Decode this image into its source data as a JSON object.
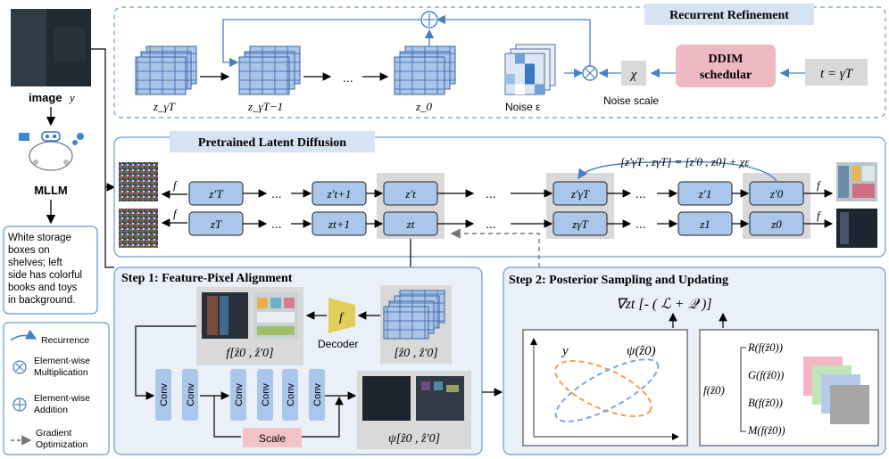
{
  "left": {
    "image_label": "image",
    "image_var": "y",
    "mllm_label": "MLLM",
    "caption_lines": [
      "White storage",
      "boxes on",
      "shelves; left",
      "side has colorful",
      "books and toys",
      "in background."
    ]
  },
  "legend": {
    "recurrence": "Recurrence",
    "mult_line1": "Element-wise",
    "mult_line2": "Multiplication",
    "add_line1": "Element-wise",
    "add_line2": "Addition",
    "grad_line1": "Gradient",
    "grad_line2": "Optimization"
  },
  "refine": {
    "title": "Recurrent Refinement",
    "z_gamma_T": "z_γT",
    "z_gamma_T_minus1": "z_γT−1",
    "dots": "...",
    "z0": "z_0",
    "noise": "Noise ε",
    "chi": "χ",
    "noise_scale": "Noise scale",
    "ddim_line1": "DDIM",
    "ddim_line2": "schedular",
    "t_eq": "t = γT"
  },
  "pretrained": {
    "title": "Pretrained Latent Diffusion",
    "f": "f",
    "eq": "[z′γT , zγT] = [z′0 , z0] + χε",
    "top_row": [
      "z′T",
      "z′t+1",
      "z′t",
      "z′γT",
      "z′1",
      "z′0"
    ],
    "bottom_row": [
      "zT",
      "zt+1",
      "zt",
      "zγT",
      "z1",
      "z0"
    ],
    "dots": "..."
  },
  "step1": {
    "title": "Step 1: Feature-Pixel Alignment",
    "decoder": "Decoder",
    "f": "f",
    "f_label": "f[ẑ0 , ẑ′0]",
    "latent_label": "[ẑ0 , ẑ′0]",
    "conv": "Conv",
    "scale": "Scale",
    "psi_label": "ψ[ẑ0 , ẑ′0]"
  },
  "step2": {
    "title": "Step 2: Posterior Sampling and Updating",
    "grad": "∇zt [- ( ℒ + 𝒬 )]",
    "y": "y",
    "psi": "ψ(ẑ0)",
    "f_of": "f(ẑ0)",
    "r": "R(f(ẑ0))",
    "g": "G(f(ẑ0))",
    "b": "B(f(ẑ0))",
    "m": "M(f(ẑ0))"
  },
  "colors": {
    "accent_blue": "#3a78c2",
    "panel_border": "#7fa7d6",
    "block_blue": "#aac6ea",
    "title_bg": "#d6e3f3",
    "ddim_pink": "#efb9c3",
    "scale_pink": "#f4c3c8",
    "gray_box": "#d9d9d9",
    "orange": "#f0a050"
  }
}
